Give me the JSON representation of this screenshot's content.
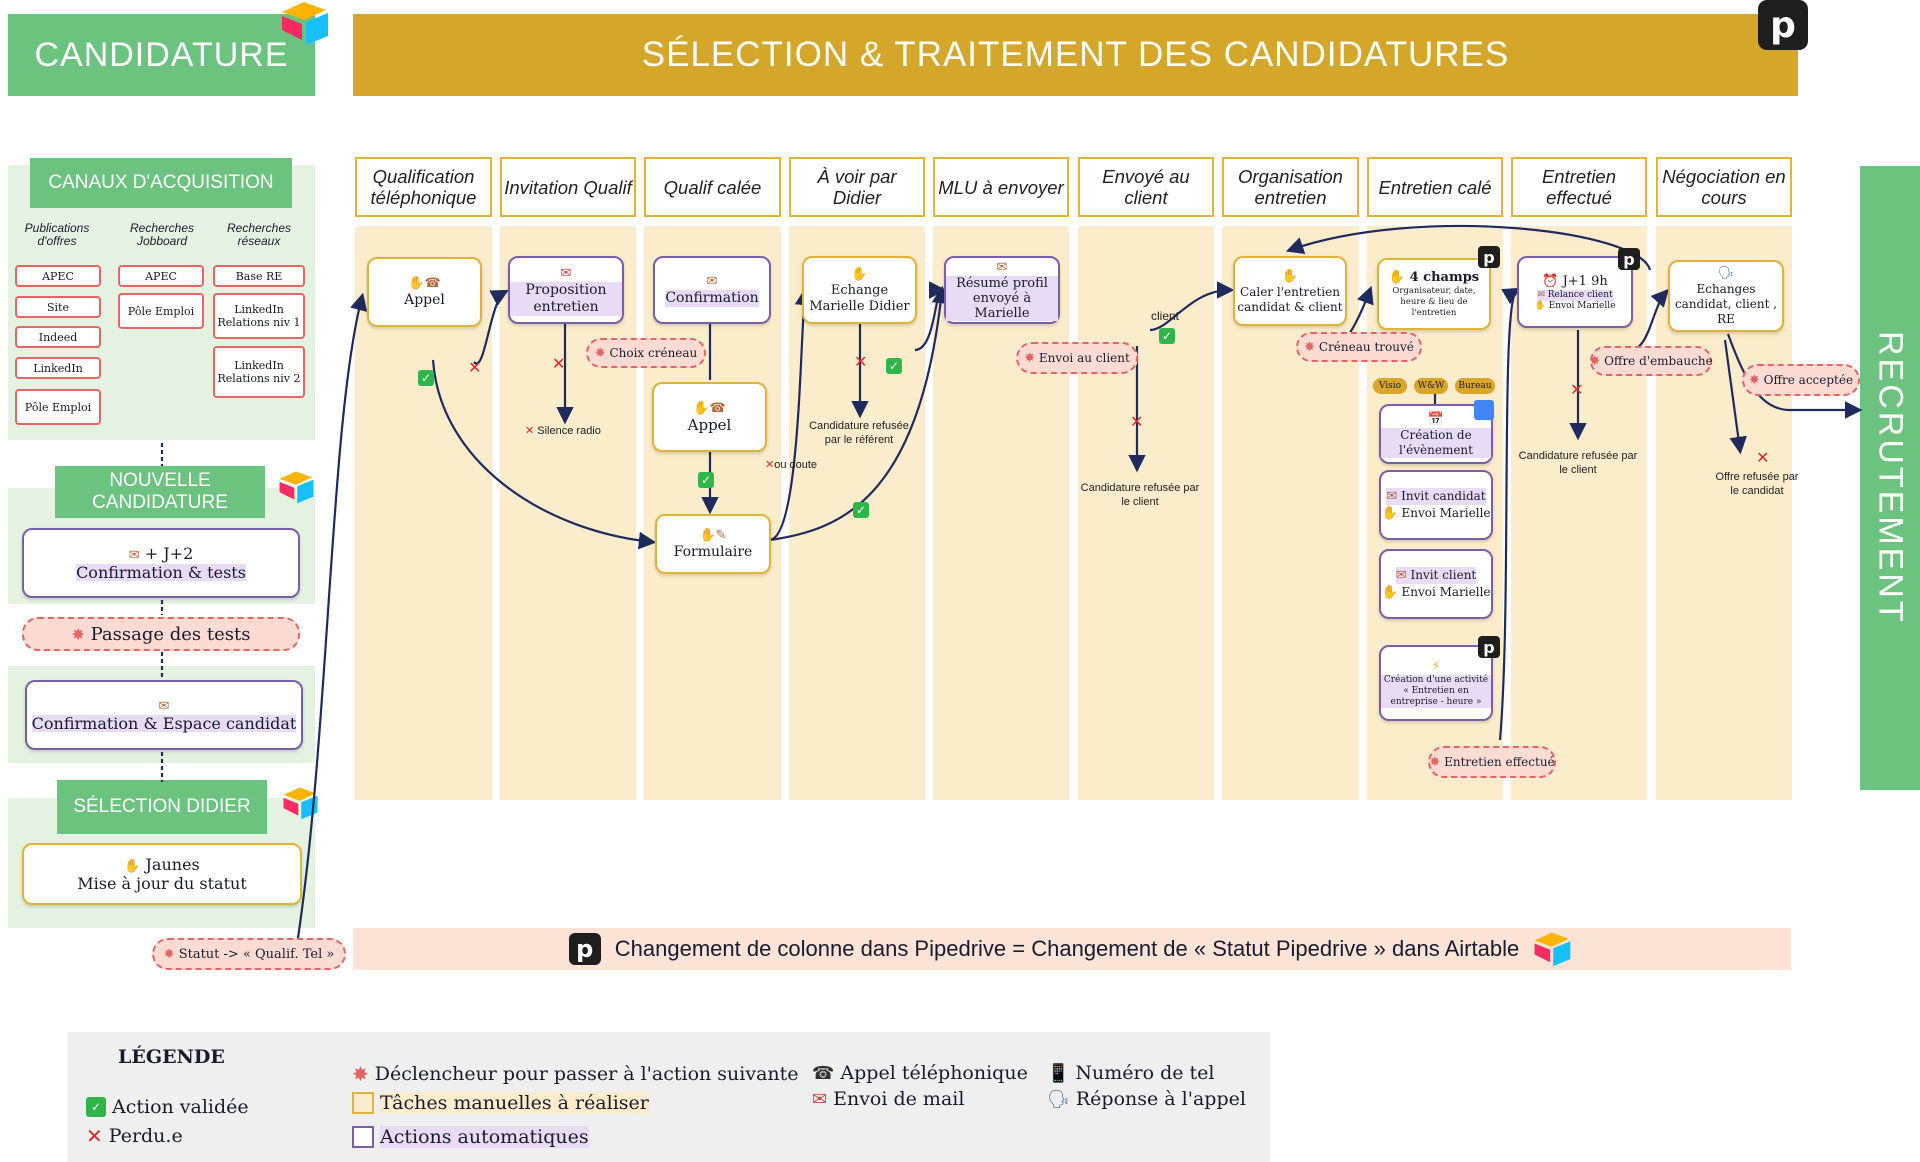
{
  "header": {
    "left_title": "CANDIDATURE",
    "main_title": "SÉLECTION & TRAITEMENT DES CANDIDATURES",
    "pipedrive_logo": "p"
  },
  "left": {
    "canaux_title": "CANAUX D'ACQUISITION",
    "canaux_cols": [
      "Publications d'offres",
      "Recherches Jobboard",
      "Recherches réseaux"
    ],
    "pub_items": [
      "APEC",
      "Site",
      "Indeed",
      "LinkedIn",
      "Pôle Emploi"
    ],
    "job_items": [
      "APEC",
      "Pôle Emploi"
    ],
    "res_items": [
      "Base RE",
      "LinkedIn Relations niv 1",
      "LinkedIn Relations niv 2"
    ],
    "nouvelle_title": "NOUVELLE CANDIDATURE",
    "nouvelle_top": "+ J+2",
    "nouvelle_label": "Confirmation & tests",
    "tests_label": "Passage des tests",
    "espace_label": "Confirmation & Espace candidat",
    "didier_title": "SÉLECTION DIDIER",
    "didier_top": "Jaunes",
    "didier_label": "Mise à jour du statut",
    "statut_pill": "Statut -> « Qualif. Tel »"
  },
  "columns": [
    "Qualification téléphonique",
    "Invitation Qualif",
    "Qualif calée",
    "À voir par Didier",
    "MLU à envoyer",
    "Envoyé au client",
    "Organisation entretien",
    "Entretien calé",
    "Entretien effectué",
    "Négociation en cours"
  ],
  "nodes": {
    "appel1": "Appel",
    "proposition": "Proposition entretien",
    "confirmation": "Confirmation",
    "appel2": "Appel",
    "formulaire": "Formulaire",
    "echange": "Echange Marielle Didier",
    "resume": "Résumé profil envoyé à Marielle",
    "caler": "Caler l'entretien candidat & client",
    "champs_title": "4 champs",
    "champs_sub": "Organisateur, date, heure & lieu de l'entretien",
    "creation_evt": "Création de l'évènement",
    "invit_candidat": "Invit candidat",
    "invit_candidat_sub": "Envoi Marielle",
    "invit_client": "Invit client",
    "invit_client_sub": "Envoi Marielle",
    "creation_act": "Création d'une activité « Entretien en entreprise - heure »",
    "j1_title": "J+1 9h",
    "j1_sub1": "Relance client",
    "j1_sub2": "Envoi Marielle",
    "echanges": "Echanges candidat, client , RE"
  },
  "tags": [
    "Visio",
    "W&W",
    "Bureau"
  ],
  "pills": {
    "choix_creneau": "Choix créneau",
    "envoi_client": "Envoi au client",
    "creneau_trouve": "Créneau trouvé",
    "offre_embauche": "Offre d'embauche",
    "offre_acceptee": "Offre acceptée",
    "entretien_effectue": "Entretien effectué"
  },
  "notes": {
    "silence_radio": "Silence radio",
    "ou_doute": "ou doute",
    "refusee_referent": "Candidature refusée par le référent",
    "client": "client",
    "refusee_client1": "Candidature refusée par le client",
    "refusee_client2": "Candidature refusée par le client",
    "refusee_candidat": "Offre refusée par le candidat"
  },
  "recrutement": "RECRUTEMENT",
  "bottom_banner": "Changement de colonne dans Pipedrive = Changement de « Statut Pipedrive » dans Airtable",
  "legend": {
    "title": "LÉGENDE",
    "action_validee": "Action validée",
    "perdue": "Perdu.e",
    "declencheur": "Déclencheur pour passer à l'action suivante",
    "taches": "Tâches manuelles à réaliser",
    "actions_auto": "Actions automatiques",
    "appel_tel": "Appel téléphonique",
    "envoi_mail": "Envoi de mail",
    "numero": "Numéro de tel",
    "reponse": "Réponse à l'appel"
  },
  "colors": {
    "green": "#6cc27f",
    "gold": "#d4a62a",
    "cream": "#fbeccb",
    "purple": "#7a5fa8",
    "red": "#e86565",
    "navy": "#1f2b5e"
  }
}
